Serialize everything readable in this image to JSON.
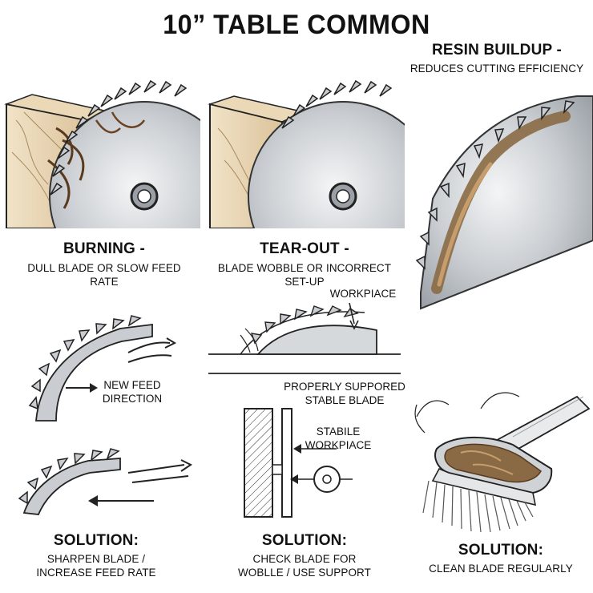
{
  "title": "10” TABLE COMMON",
  "panels": {
    "burning": {
      "heading": "BURNING -",
      "caption": "DULL BLADE OR SLOW FEED RATE"
    },
    "tearout": {
      "heading": "TEAR-OUT -",
      "caption": "BLADE WOBBLE OR INCORRECT SET-UP"
    },
    "resin": {
      "heading": "RESIN BUILDUP -",
      "caption": "REDUCES CUTTING EFFICIENCY"
    }
  },
  "labels": {
    "new_feed_line1": "NEW FEED",
    "new_feed_line2": "DIRECTION",
    "workpiace": "WORKPIACE",
    "supported_line1": "PROPERLY SUPPORED",
    "supported_line2": "STABLE BLADE",
    "stabile_line1": "STABILE",
    "stabile_line2": "WORKPIACE"
  },
  "solutions": {
    "burning": {
      "heading": "SOLUTION:",
      "line1": "SHARPEN BLADE /",
      "line2": "INCREASE FEED RATE"
    },
    "tearout": {
      "heading": "SOLUTION:",
      "line1": "CHECK BLADE FOR",
      "line2": "WOBLLE / USE SUPPORT"
    },
    "resin": {
      "heading": "SOLUTION:",
      "line1": "CLEAN BLADE REGULARLY"
    }
  },
  "colors": {
    "ink": "#111111",
    "blade": "#c9cdd1",
    "wood": "#e9d7b8",
    "resin": "#8a6a45"
  }
}
